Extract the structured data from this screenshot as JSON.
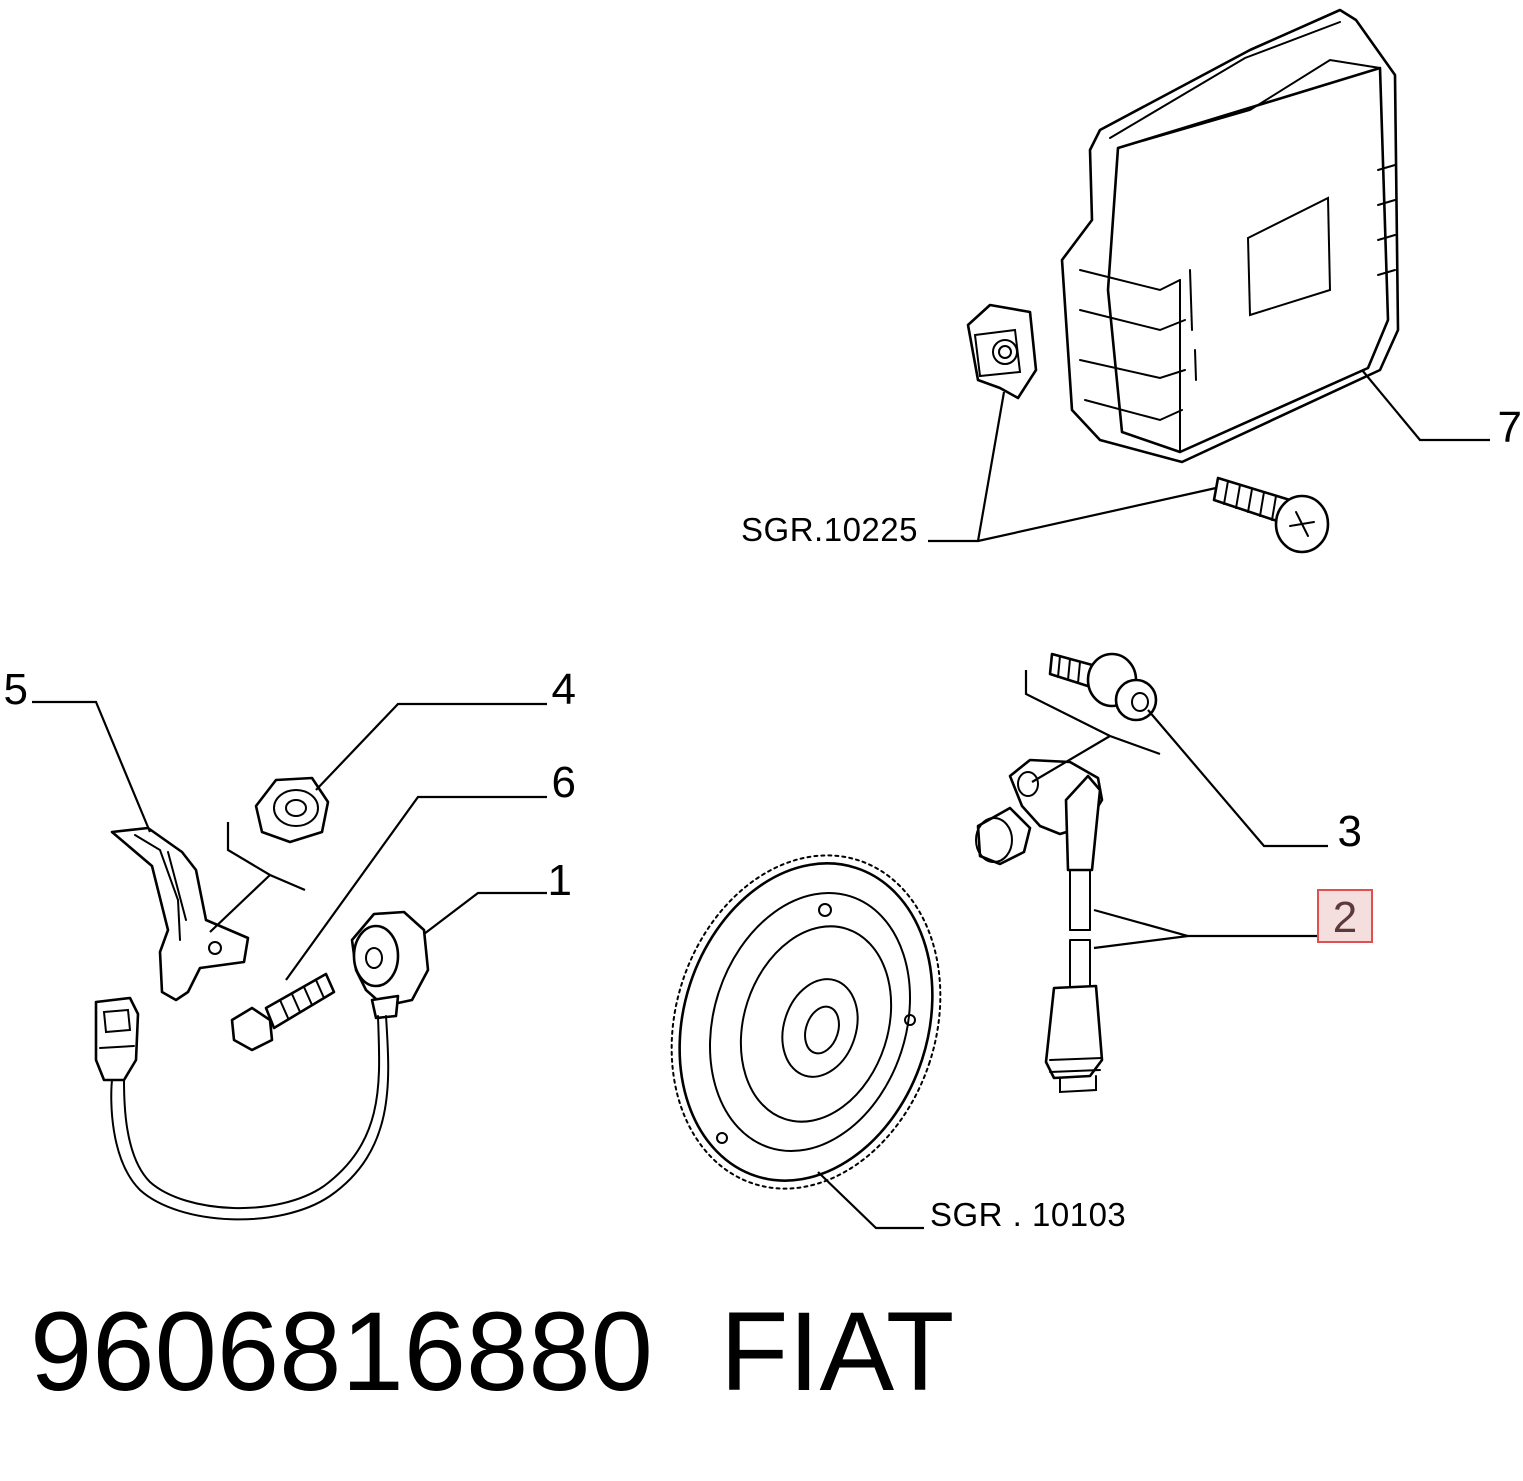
{
  "callouts": [
    {
      "id": "1",
      "label": "1"
    },
    {
      "id": "2",
      "label": "2",
      "highlighted": true
    },
    {
      "id": "3",
      "label": "3"
    },
    {
      "id": "4",
      "label": "4"
    },
    {
      "id": "5",
      "label": "5"
    },
    {
      "id": "6",
      "label": "6"
    },
    {
      "id": "7",
      "label": "7"
    }
  ],
  "references": {
    "ecu_mounting": "SGR.10225",
    "flywheel": "SGR . 10103"
  },
  "footer": {
    "part_number": "9606816880",
    "brand": "FIAT"
  },
  "colors": {
    "highlight_fill": "#f4dede",
    "highlight_border": "#e05050",
    "highlight_text": "#5a3a3a",
    "line": "#000000"
  }
}
